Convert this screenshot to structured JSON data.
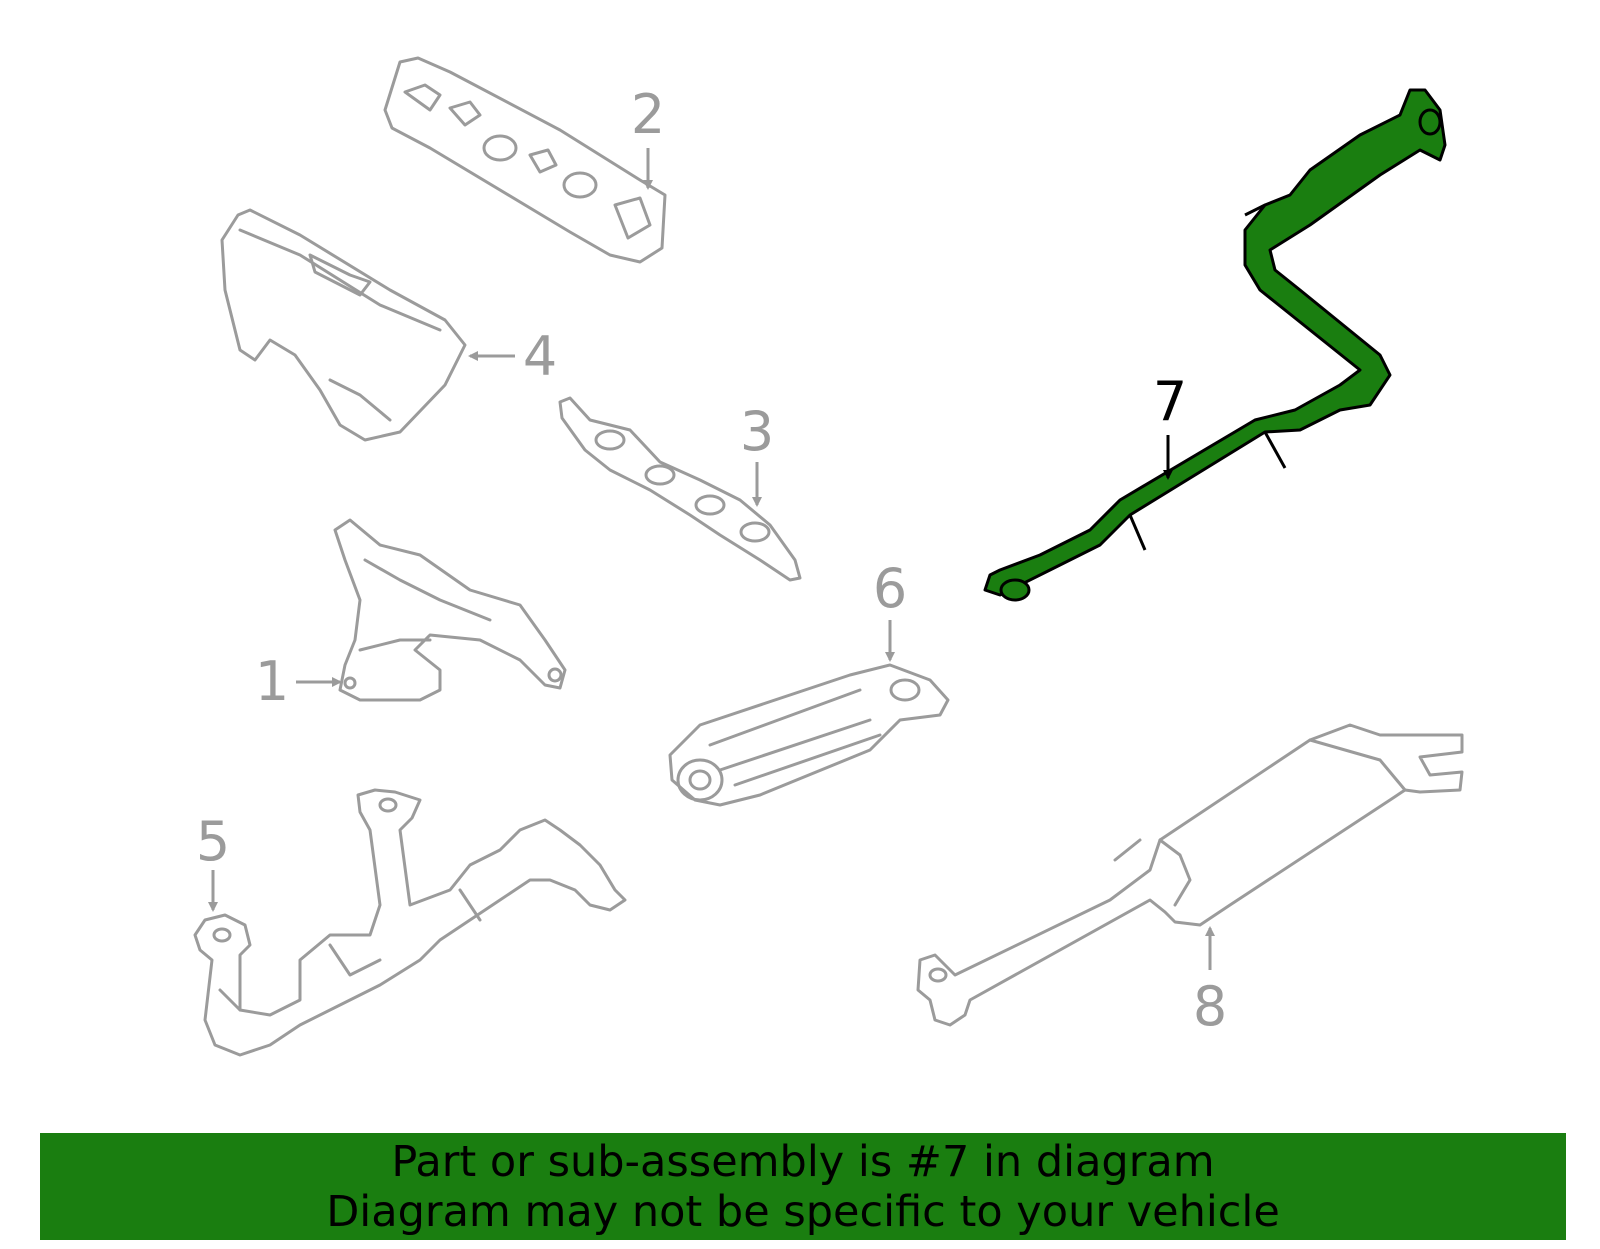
{
  "callouts": [
    {
      "num": "1",
      "active": false
    },
    {
      "num": "2",
      "active": false
    },
    {
      "num": "3",
      "active": false
    },
    {
      "num": "4",
      "active": false
    },
    {
      "num": "5",
      "active": false
    },
    {
      "num": "6",
      "active": false
    },
    {
      "num": "7",
      "active": true
    },
    {
      "num": "8",
      "active": false
    }
  ],
  "highlight_color": "#1a7e10",
  "part_line_color": "#9b9b9b",
  "banner": {
    "line1": "Part or sub-assembly is #7 in diagram",
    "line2": "Diagram may not be specific to your vehicle"
  }
}
